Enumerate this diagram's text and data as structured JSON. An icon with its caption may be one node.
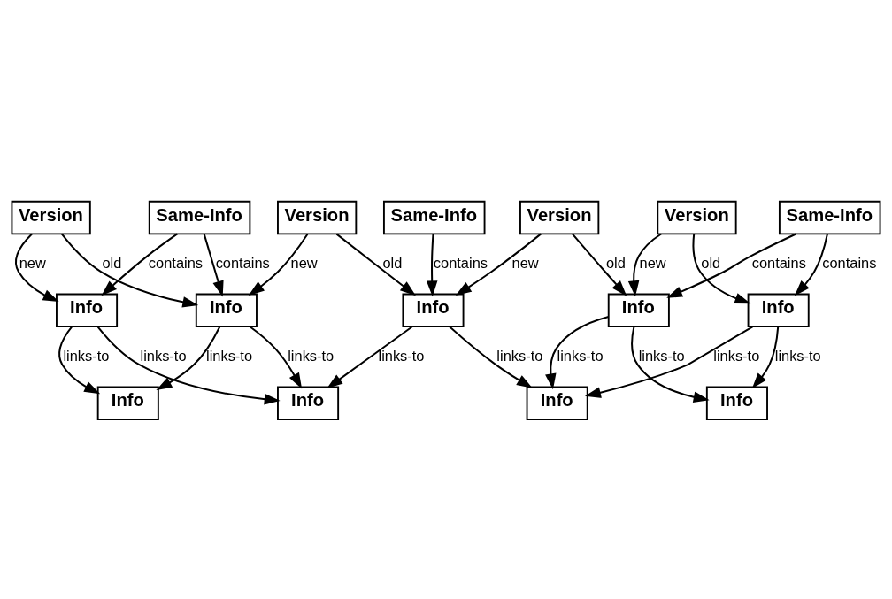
{
  "diagram": {
    "nodes": [
      {
        "text": [
          "Same-Info"
        ]
      },
      {
        "text": [
          "Same-Info"
        ]
      },
      {
        "text": [
          "Same-Info"
        ]
      },
      {
        "text": [
          "Version"
        ]
      },
      {
        "text": [
          "Version"
        ]
      },
      {
        "text": [
          "Version"
        ]
      },
      {
        "text": [
          "Version"
        ]
      },
      {
        "text": [
          "Info"
        ]
      },
      {
        "text": [
          "Info"
        ]
      },
      {
        "text": [
          "Info"
        ]
      },
      {
        "text": [
          "Info"
        ]
      },
      {
        "text": [
          "Info"
        ]
      },
      {
        "text": [
          "Info"
        ]
      },
      {
        "text": [
          "Info"
        ]
      },
      {
        "text": [
          "Info"
        ]
      },
      {
        "text": [
          "Info"
        ]
      }
    ],
    "edges": [
      {
        "from": 0,
        "to": 7,
        "arrow": "to",
        "label": "contains"
      },
      {
        "from": 0,
        "to": 8,
        "arrow": "to",
        "label": "contains"
      },
      {
        "from": 1,
        "to": 9,
        "arrow": "to",
        "label": "contains"
      },
      {
        "from": 2,
        "to": 10,
        "arrow": "to",
        "label": "contains"
      },
      {
        "from": 2,
        "to": 11,
        "arrow": "to",
        "label": "contains"
      },
      {
        "from": 3,
        "to": 7,
        "arrow": "to",
        "label": "new"
      },
      {
        "from": 3,
        "to": 8,
        "arrow": "to",
        "label": "old"
      },
      {
        "from": 4,
        "to": 8,
        "arrow": "to",
        "label": "new"
      },
      {
        "from": 4,
        "to": 9,
        "arrow": "to",
        "label": "old"
      },
      {
        "from": 5,
        "to": 9,
        "arrow": "to",
        "label": "new"
      },
      {
        "from": 5,
        "to": 10,
        "arrow": "to",
        "label": "old"
      },
      {
        "from": 6,
        "to": 10,
        "arrow": "to",
        "label": "new"
      },
      {
        "from": 6,
        "to": 11,
        "arrow": "to",
        "label": "old"
      },
      {
        "from": 7,
        "to": 12,
        "arrow": "to",
        "label": "links-to"
      },
      {
        "from": 7,
        "to": 13,
        "arrow": "to",
        "label": "links-to"
      },
      {
        "from": 8,
        "to": 12,
        "arrow": "to",
        "label": "links-to"
      },
      {
        "from": 8,
        "to": 13,
        "arrow": "to",
        "label": "links-to"
      },
      {
        "from": 9,
        "to": 13,
        "arrow": "to",
        "label": "links-to"
      },
      {
        "from": 9,
        "to": 14,
        "arrow": "to",
        "label": "links-to"
      },
      {
        "from": 10,
        "to": 14,
        "arrow": "to",
        "label": "links-to"
      },
      {
        "from": 10,
        "to": 15,
        "arrow": "to",
        "label": "links-to"
      },
      {
        "from": 11,
        "to": 14,
        "arrow": "to",
        "label": "links-to"
      },
      {
        "from": 11,
        "to": 15,
        "arrow": "to",
        "label": "links-to"
      }
    ]
  }
}
